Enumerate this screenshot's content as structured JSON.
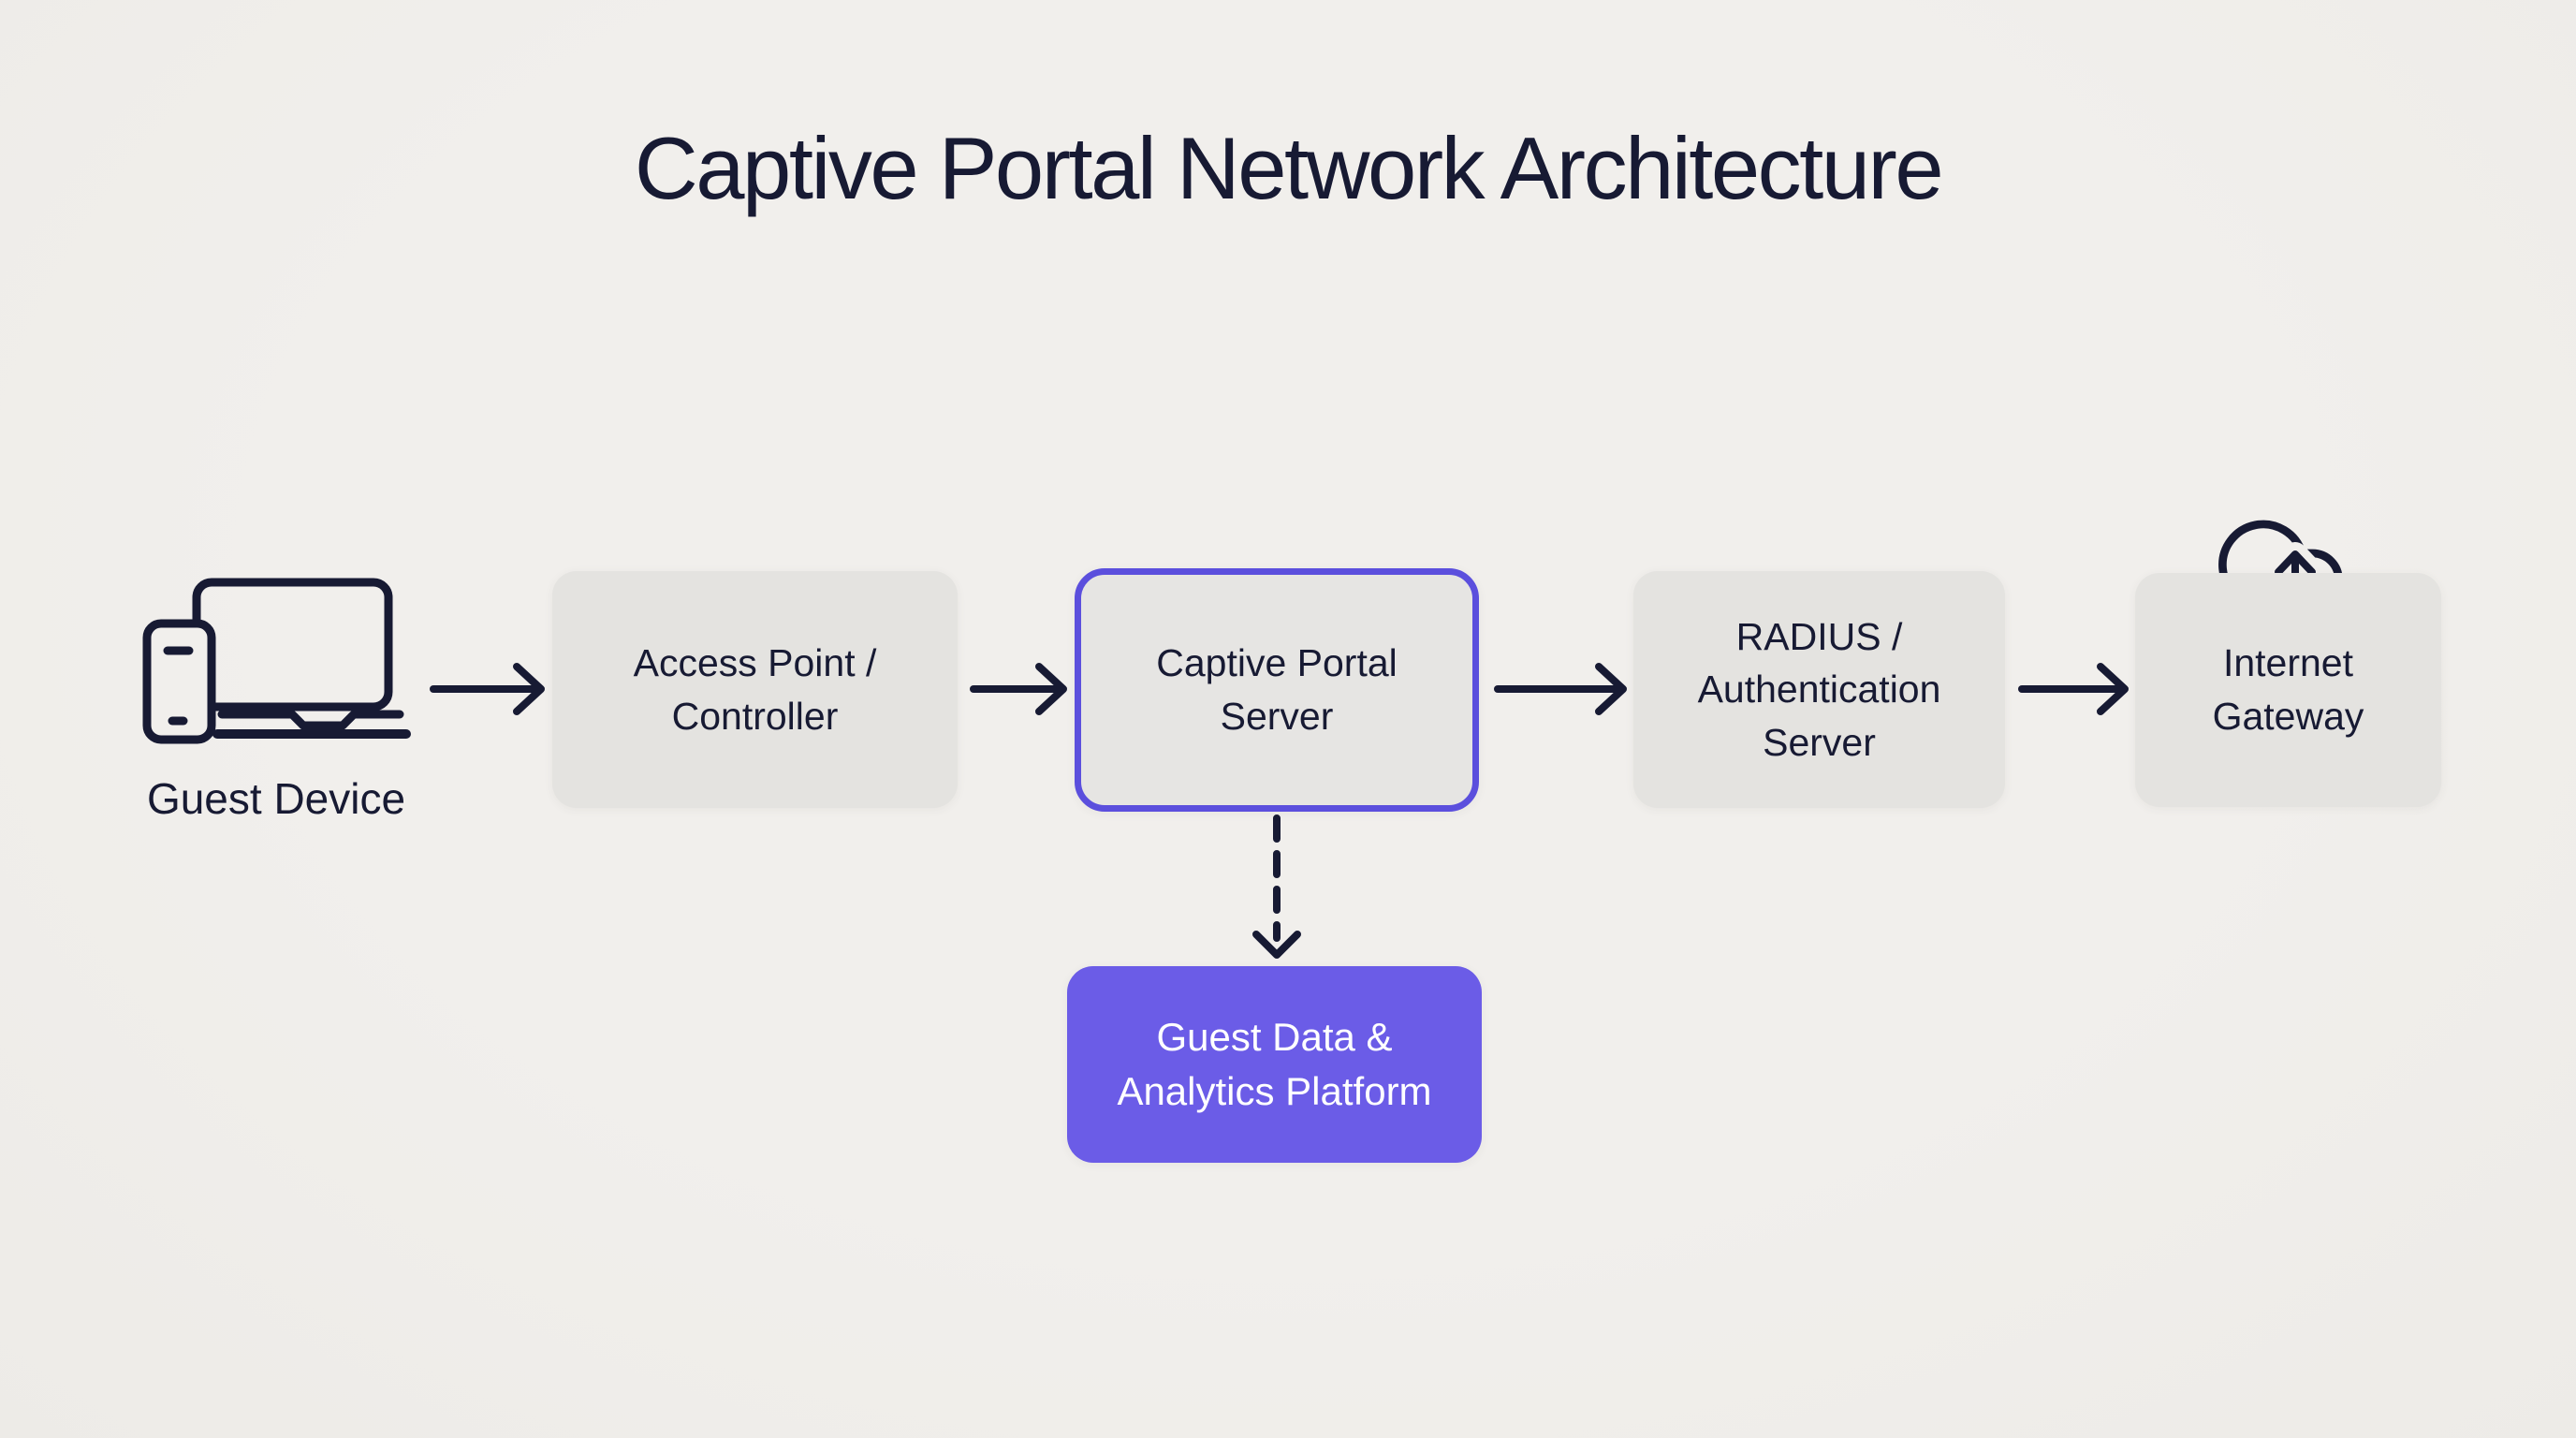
{
  "title": "Captive Portal Network Architecture",
  "colors": {
    "background": "#f1efec",
    "ink": "#171a33",
    "box_fill": "#e4e3e0",
    "accent_purple": "#5b4fdd",
    "analytics_purple": "#6b5ce7",
    "text_on_purple": "#ffffff"
  },
  "nodes": {
    "guest_device": {
      "label": "Guest Device",
      "icon": "laptop-and-smartphone-icon"
    },
    "access_point": {
      "lines": [
        "Access Point /",
        "Controller"
      ]
    },
    "captive_portal": {
      "lines": [
        "Captive Portal",
        "Server"
      ],
      "highlighted": "true"
    },
    "radius": {
      "lines": [
        "RADIUS /",
        "Authentication",
        "Server"
      ]
    },
    "internet_gateway": {
      "lines": [
        "Internet",
        "Gateway"
      ],
      "icon": "cloud-up-down-arrows-icon"
    },
    "analytics": {
      "lines": [
        "Guest Data &",
        "Analytics Platform"
      ]
    }
  },
  "edges": [
    {
      "from": "guest_device",
      "to": "access_point",
      "style": "solid-arrow"
    },
    {
      "from": "access_point",
      "to": "captive_portal",
      "style": "solid-arrow"
    },
    {
      "from": "captive_portal",
      "to": "radius",
      "style": "solid-arrow"
    },
    {
      "from": "radius",
      "to": "internet_gateway",
      "style": "solid-arrow"
    },
    {
      "from": "captive_portal",
      "to": "analytics",
      "style": "dashed-arrow"
    }
  ]
}
